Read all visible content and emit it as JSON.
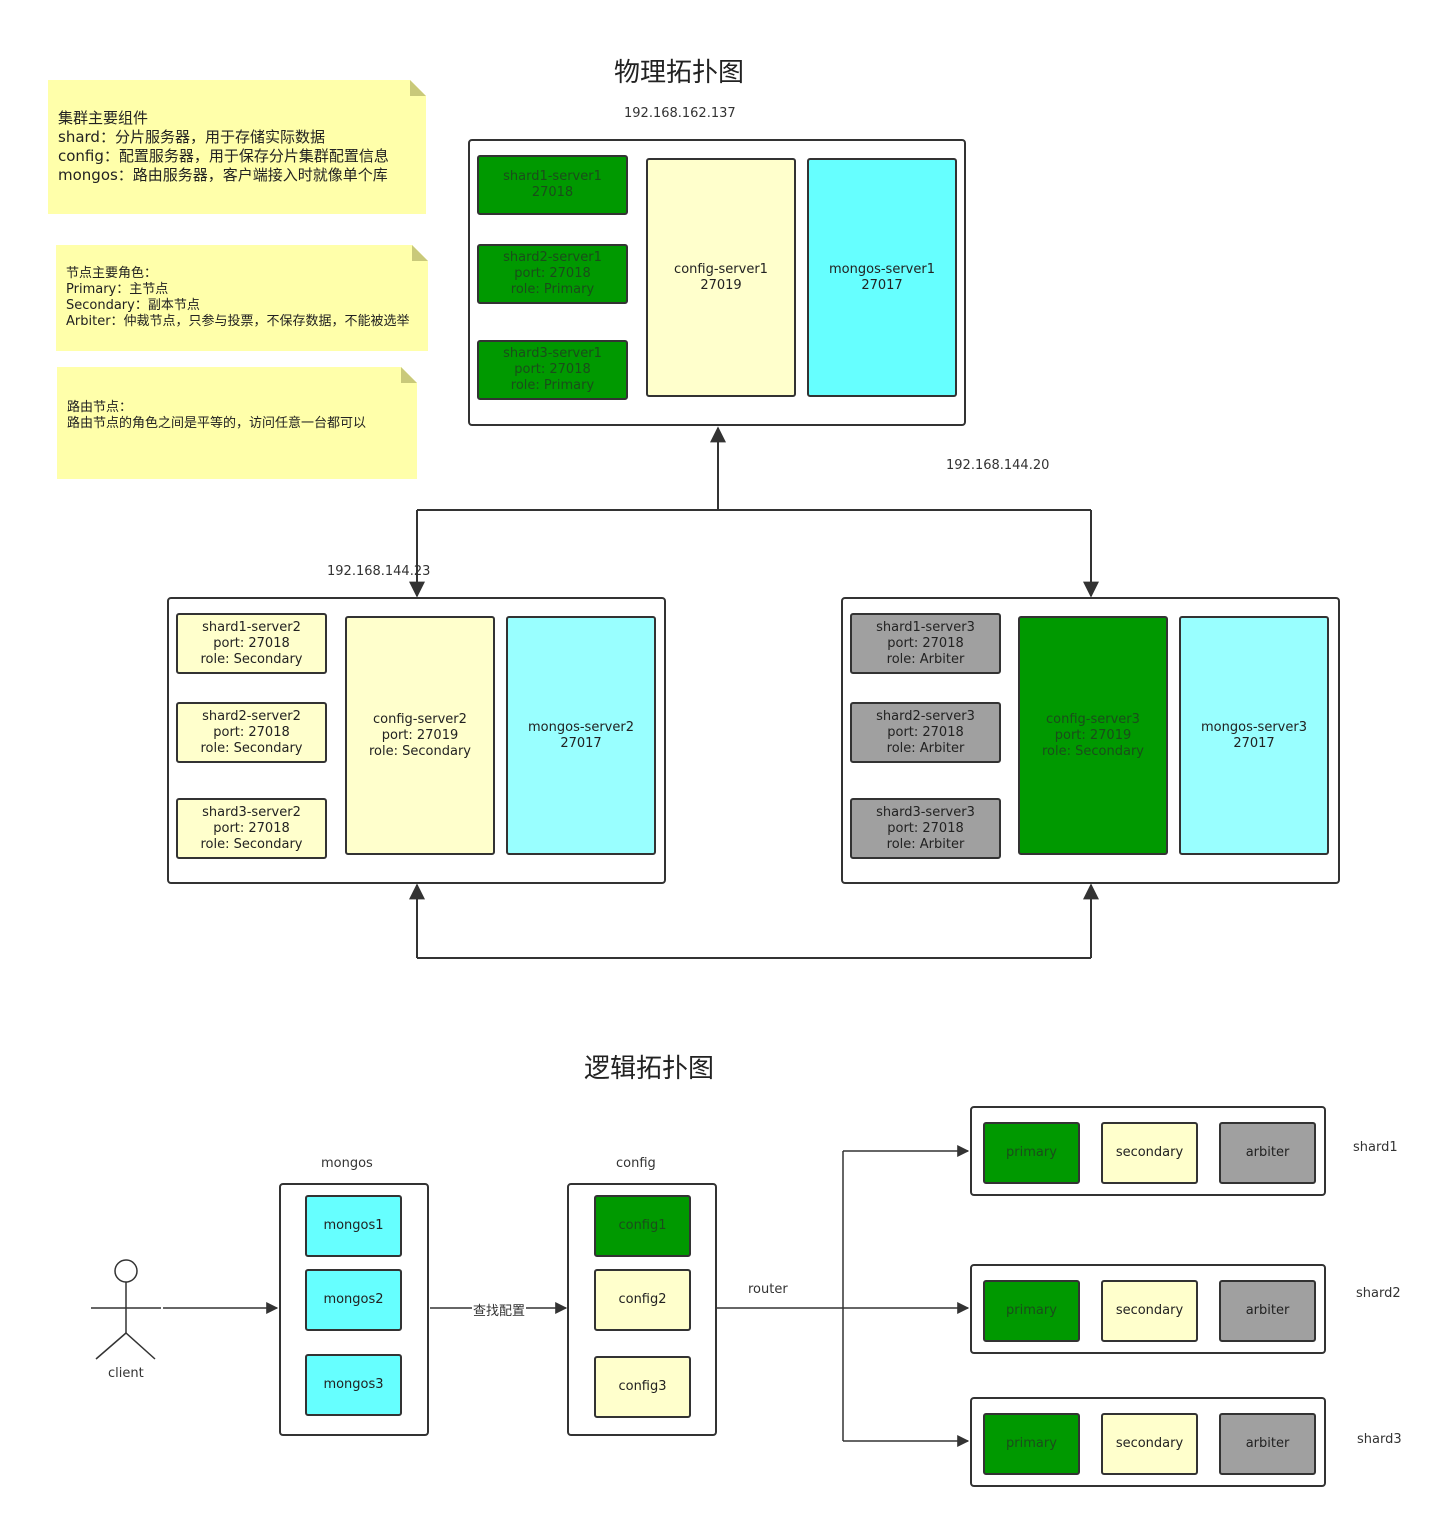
{
  "physical": {
    "title": "物理拓扑图",
    "ip_top": "192.168.162.137",
    "ip_right": "192.168.144.20",
    "ip_left": "192.168.144.23",
    "server1": {
      "shard1": "shard1-server1\n27018",
      "shard2": "shard2-server1\nport: 27018\nrole: Primary",
      "shard3": "shard3-server1\nport: 27018\nrole: Primary",
      "config": "config-server1\n27019",
      "mongos": "mongos-server1\n27017"
    },
    "server2": {
      "shard1": "shard1-server2\nport: 27018\nrole: Secondary",
      "shard2": "shard2-server2\nport: 27018\nrole: Secondary",
      "shard3": "shard3-server2\nport: 27018\nrole: Secondary",
      "config": "config-server2\nport: 27019\nrole: Secondary",
      "mongos": "mongos-server2\n27017"
    },
    "server3": {
      "shard1": "shard1-server3\nport: 27018\nrole: Arbiter",
      "shard2": "shard2-server3\nport: 27018\nrole: Arbiter",
      "shard3": "shard3-server3\nport: 27018\nrole: Arbiter",
      "config": "config-server3\nport: 27019\nrole: Secondary",
      "mongos": "mongos-server3\n27017"
    }
  },
  "notes": {
    "components": "集群主要组件\nshard：分片服务器，用于存储实际数据\nconfig：配置服务器，用于保存分片集群配置信息\nmongos：路由服务器，客户端接入时就像单个库",
    "roles": "节点主要角色：\nPrimary：主节点\nSecondary：副本节点\nArbiter：仲裁节点，只参与投票，不保存数据，不能被选举",
    "router": "路由节点：\n路由节点的角色之间是平等的，访问任意一台都可以"
  },
  "logical": {
    "title": "逻辑拓扑图",
    "client": "client",
    "mongos_label": "mongos",
    "mongos_items": [
      "mongos1",
      "mongos2",
      "mongos3"
    ],
    "lookup_label": "查找配置",
    "config_label": "config",
    "config_items": [
      "config1",
      "config2",
      "config3"
    ],
    "router_label": "router",
    "shards": [
      {
        "name": "shard1",
        "primary": "primary",
        "secondary": "secondary",
        "arbiter": "arbiter"
      },
      {
        "name": "shard2",
        "primary": "primary",
        "secondary": "secondary",
        "arbiter": "arbiter"
      },
      {
        "name": "shard3",
        "primary": "primary",
        "secondary": "secondary",
        "arbiter": "arbiter"
      }
    ]
  },
  "colors": {
    "green": "#009900",
    "cream": "#ffffcc",
    "cyan": "#66ffff",
    "gray": "#a0a0a0",
    "note": "#ffffaa"
  }
}
